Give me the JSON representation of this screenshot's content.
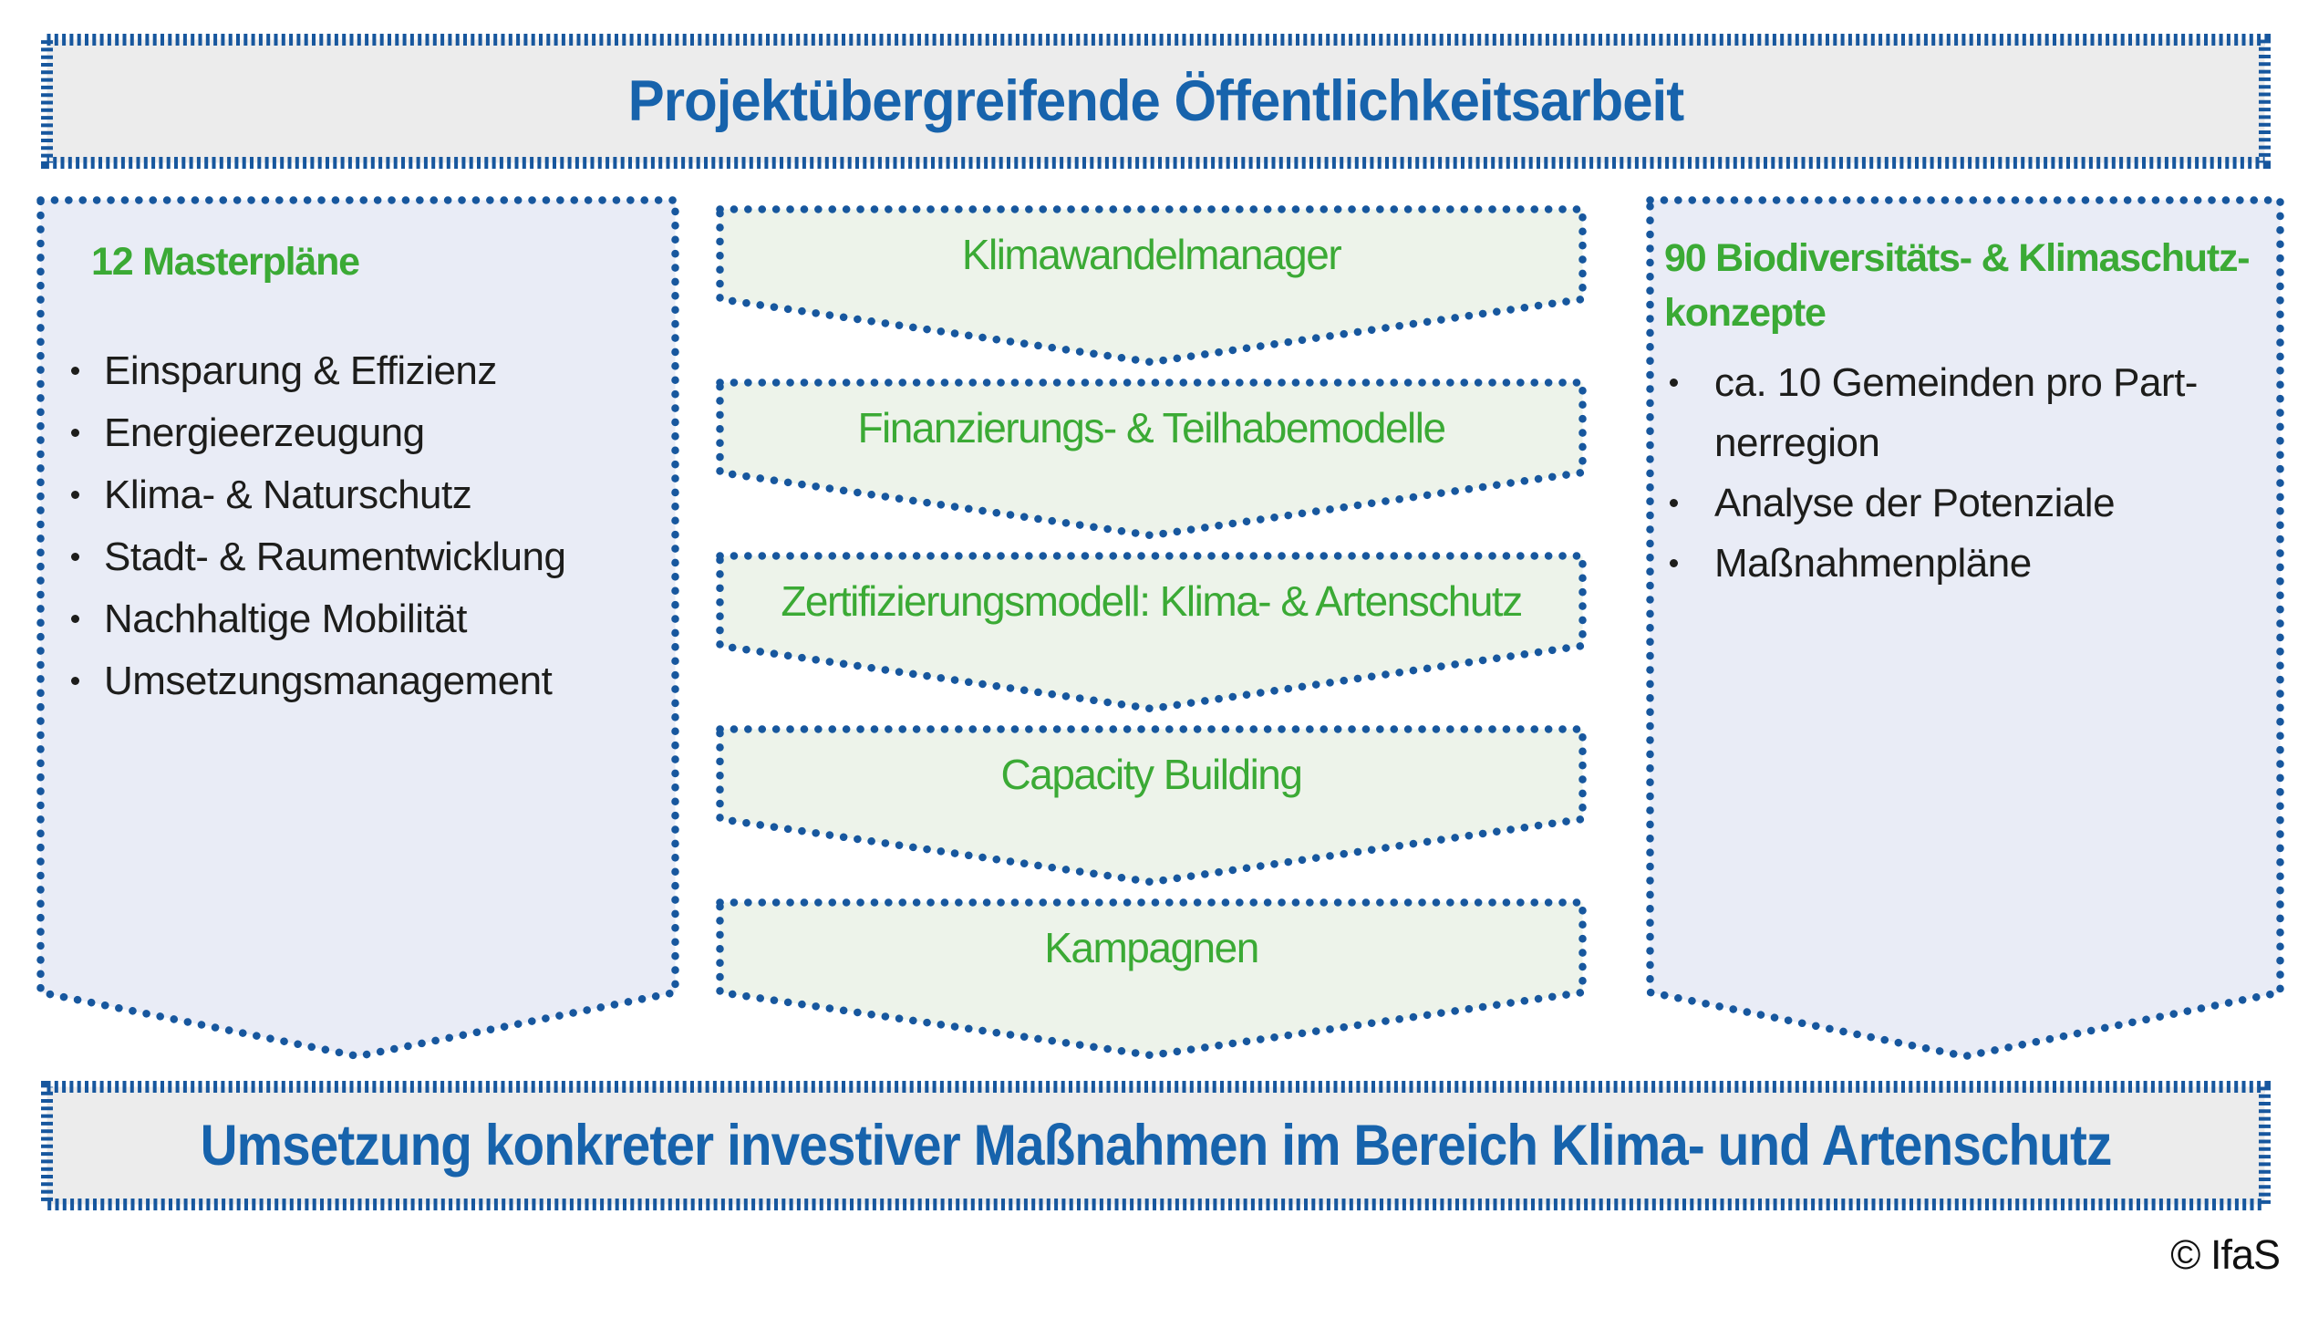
{
  "top_banner": {
    "label": "Projektübergreifende Öffentlichkeitsarbeit"
  },
  "left_panel": {
    "title": "12 Masterpläne",
    "items": [
      "Einsparung & Effizienz",
      "Energieerzeugung",
      "Klima- & Naturschutz",
      "Stadt- & Raumentwicklung",
      "Nachhaltige Mobilität",
      "Umsetzungsmanagement"
    ]
  },
  "middle_panel": {
    "steps": [
      "Klimawandelmanager",
      "Finanzierungs- & Teilhabemodelle",
      "Zertifizierungsmodell: Klima- & Artenschutz",
      "Capacity Building",
      "Kampagnen"
    ]
  },
  "right_panel": {
    "title": "90 Biodiversitäts- & Klimaschutz-konzepte",
    "items": [
      "ca. 10 Gemeinden pro Part-nerregion",
      "Analyse der Potenziale",
      "Maßnahmenpläne"
    ]
  },
  "bottom_banner": {
    "label": "Umsetzung konkreter investiver Maßnahmen im Bereich Klima- und Artenschutz"
  },
  "footer": {
    "credit": "© IfaS"
  },
  "colors": {
    "accent_blue": "#17579e",
    "heading_blue": "#1763ac",
    "green": "#3baa35",
    "panel_fill_lavender": "#e9ecf6",
    "panel_fill_green": "#edf3ea",
    "banner_fill_gray": "#ececec",
    "text_dark": "#1d1d1b"
  }
}
